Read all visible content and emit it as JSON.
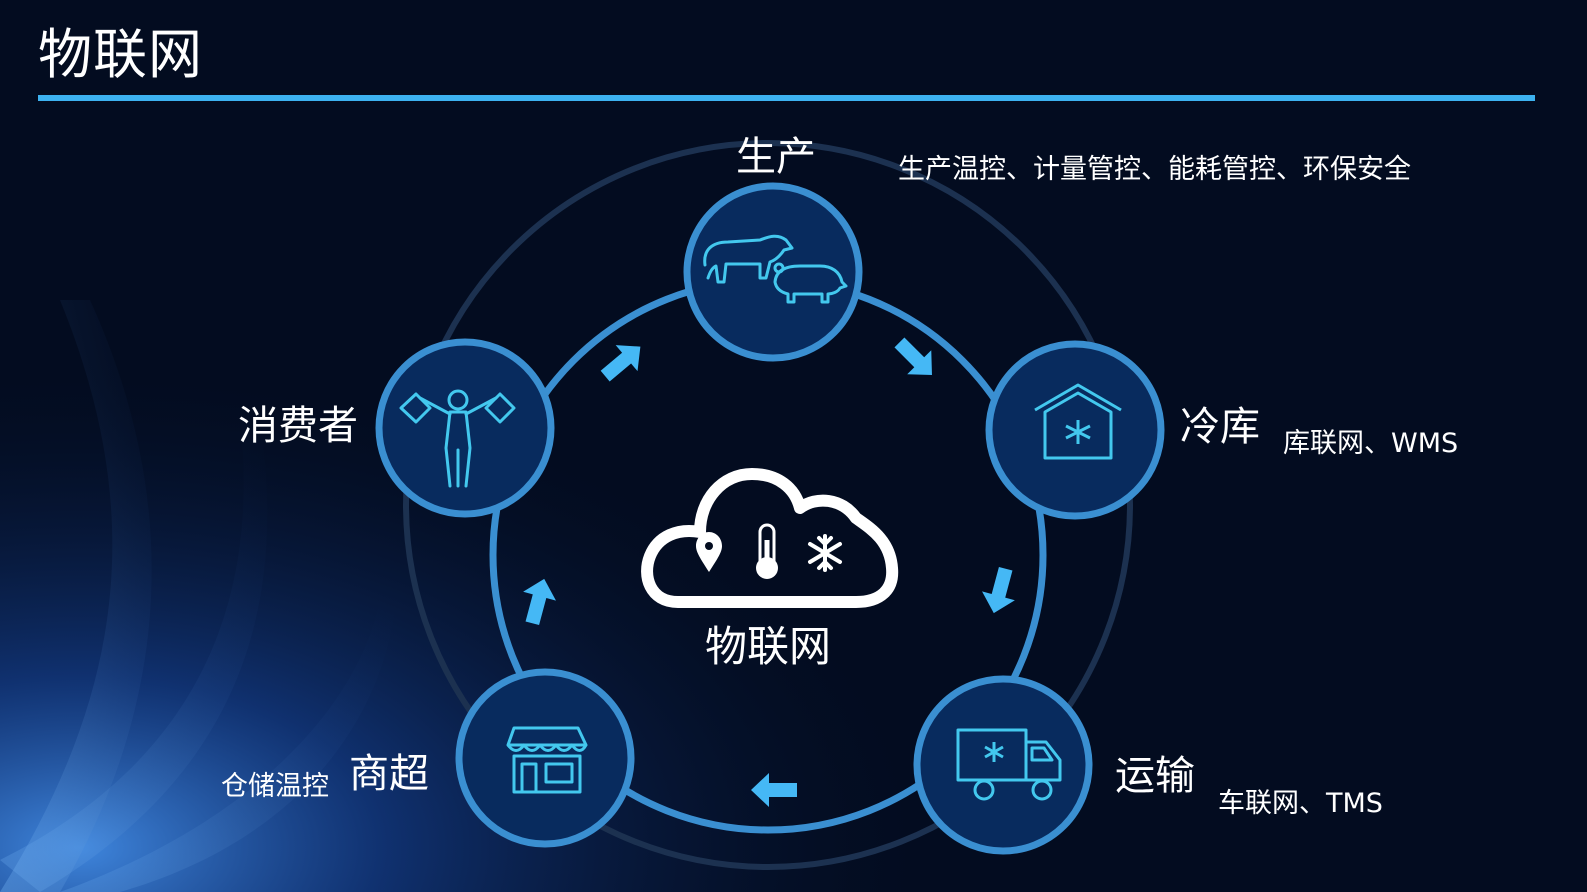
{
  "title": "物联网",
  "colors": {
    "background": "#030c20",
    "accent": "#3db2f0",
    "node_fill": "#082b5e",
    "node_ring": "#3a8fd1",
    "icon_stroke": "#43c8ee",
    "arrow": "#45b8f5",
    "outer_ring": "#1c3150"
  },
  "center": {
    "label": "物联网",
    "icons": [
      "location-pin-icon",
      "thermometer-icon",
      "snowflake-icon"
    ]
  },
  "stages": [
    {
      "name": "生产",
      "desc": "生产温控、计量管控、能耗管控、环保安全",
      "icon": "cow-pig-icon"
    },
    {
      "name": "冷库",
      "desc": "库联网、WMS",
      "icon": "cold-storage-icon"
    },
    {
      "name": "运输",
      "desc": "车联网、TMS",
      "icon": "refrigerated-truck-icon"
    },
    {
      "name": "商超",
      "desc": "仓储温控",
      "icon": "store-icon"
    },
    {
      "name": "消费者",
      "desc": "",
      "icon": "consumer-icon"
    }
  ]
}
